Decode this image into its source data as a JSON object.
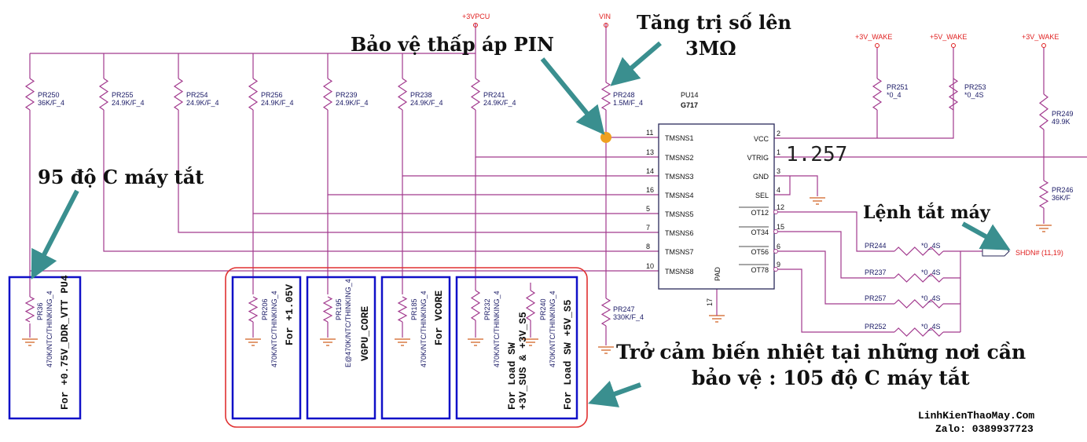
{
  "rails": {
    "vpcu": "+3VPCU",
    "vin": "VIN",
    "wake1": "+3V_WAKE",
    "wake2": "+5V_WAKE",
    "wake3": "+3V_WAKE"
  },
  "ic": {
    "ref": "PU14",
    "part": "G717",
    "left_pins": [
      {
        "num": "11",
        "name": "TMSNS1"
      },
      {
        "num": "13",
        "name": "TMSNS2"
      },
      {
        "num": "14",
        "name": "TMSNS3"
      },
      {
        "num": "16",
        "name": "TMSNS4"
      },
      {
        "num": "5",
        "name": "TMSNS5"
      },
      {
        "num": "7",
        "name": "TMSNS6"
      },
      {
        "num": "8",
        "name": "TMSNS7"
      },
      {
        "num": "10",
        "name": "TMSNS8"
      }
    ],
    "right_pins": [
      {
        "num": "2",
        "name": "VCC"
      },
      {
        "num": "1",
        "name": "VTRIG"
      },
      {
        "num": "3",
        "name": "GND"
      },
      {
        "num": "4",
        "name": "SEL"
      },
      {
        "num": "12",
        "name": "OT12"
      },
      {
        "num": "15",
        "name": "OT34"
      },
      {
        "num": "6",
        "name": "OT56"
      },
      {
        "num": "9",
        "name": "OT78"
      }
    ],
    "pad_label": "PAD",
    "pad_num": "17"
  },
  "top_resistors": [
    {
      "ref": "PR250",
      "val": "36K/F_4"
    },
    {
      "ref": "PR255",
      "val": "24.9K/F_4"
    },
    {
      "ref": "PR254",
      "val": "24.9K/F_4"
    },
    {
      "ref": "PR256",
      "val": "24.9K/F_4"
    },
    {
      "ref": "PR239",
      "val": "24.9K/F_4"
    },
    {
      "ref": "PR238",
      "val": "24.9K/F_4"
    },
    {
      "ref": "PR241",
      "val": "24.9K/F_4"
    }
  ],
  "pr248": {
    "ref": "PR248",
    "val": "1.5M/F_4"
  },
  "pr247": {
    "ref": "PR247",
    "val": "330K/F_4"
  },
  "pr251": {
    "ref": "PR251",
    "val": "*0_4"
  },
  "pr253": {
    "ref": "PR253",
    "val": "*0_4S"
  },
  "pr249": {
    "ref": "PR249",
    "val": "49.9K"
  },
  "pr246": {
    "ref": "PR246",
    "val": "36K/F"
  },
  "out_resistors": [
    {
      "ref": "PR244",
      "val": "*0_4S"
    },
    {
      "ref": "PR237",
      "val": "*0_4S"
    },
    {
      "ref": "PR257",
      "val": "*0_4S"
    },
    {
      "ref": "PR252",
      "val": "*0_4S"
    }
  ],
  "shdn": "SHDN#  (11,19)",
  "vtrig_value": "1.257",
  "ntc": {
    "pr36": {
      "ref": "PR36",
      "val": "470K/NTC/THINKING_4",
      "note1": "For +0.75V_DDR_VTT PU4"
    },
    "pr206": {
      "ref": "PR206",
      "val": "470K/NTC/THINKING_4",
      "note1": "For +1.05V"
    },
    "pr195": {
      "ref": "PR195",
      "val": "E@470K/NTC/THINKING_4",
      "note1": "VGPU_CORE"
    },
    "pr185": {
      "ref": "PR185",
      "val": "470K/NTC/THINKING_4",
      "note1": "For VCORE"
    },
    "pr232": {
      "ref": "PR232",
      "val": "470K/NTC/THINKING_4",
      "note1": "For Load SW",
      "note2": "+3V_SUS & +3V_S5"
    },
    "pr240": {
      "ref": "PR240",
      "val": "470K/NTC/THINKING_4",
      "note1": "For Load SW +5V_S5"
    }
  },
  "annotations": {
    "boost": "Tăng trị số lên",
    "boost2": "3MΩ",
    "undervolt": "Bảo vệ thấp áp PIN",
    "shutdown95": "95 độ C máy tắt",
    "cmd": "Lệnh tắt máy",
    "sensor1": "Trở cảm biến nhiệt tại những nơi cần",
    "sensor2": "bảo vệ : 105 độ C máy tắt"
  },
  "watermark": {
    "line1": "LinhKienThaoMay.Com",
    "line2": "Zalo: 0389937723"
  },
  "colors": {
    "wire": "#a23a8e",
    "wire_dark": "#2a2a5a",
    "rail": "#e02020",
    "box": "#1010c8",
    "group": "#e03030",
    "arrow": "#3a8f8f",
    "node": "#f0a020",
    "ground": "#d06020"
  }
}
